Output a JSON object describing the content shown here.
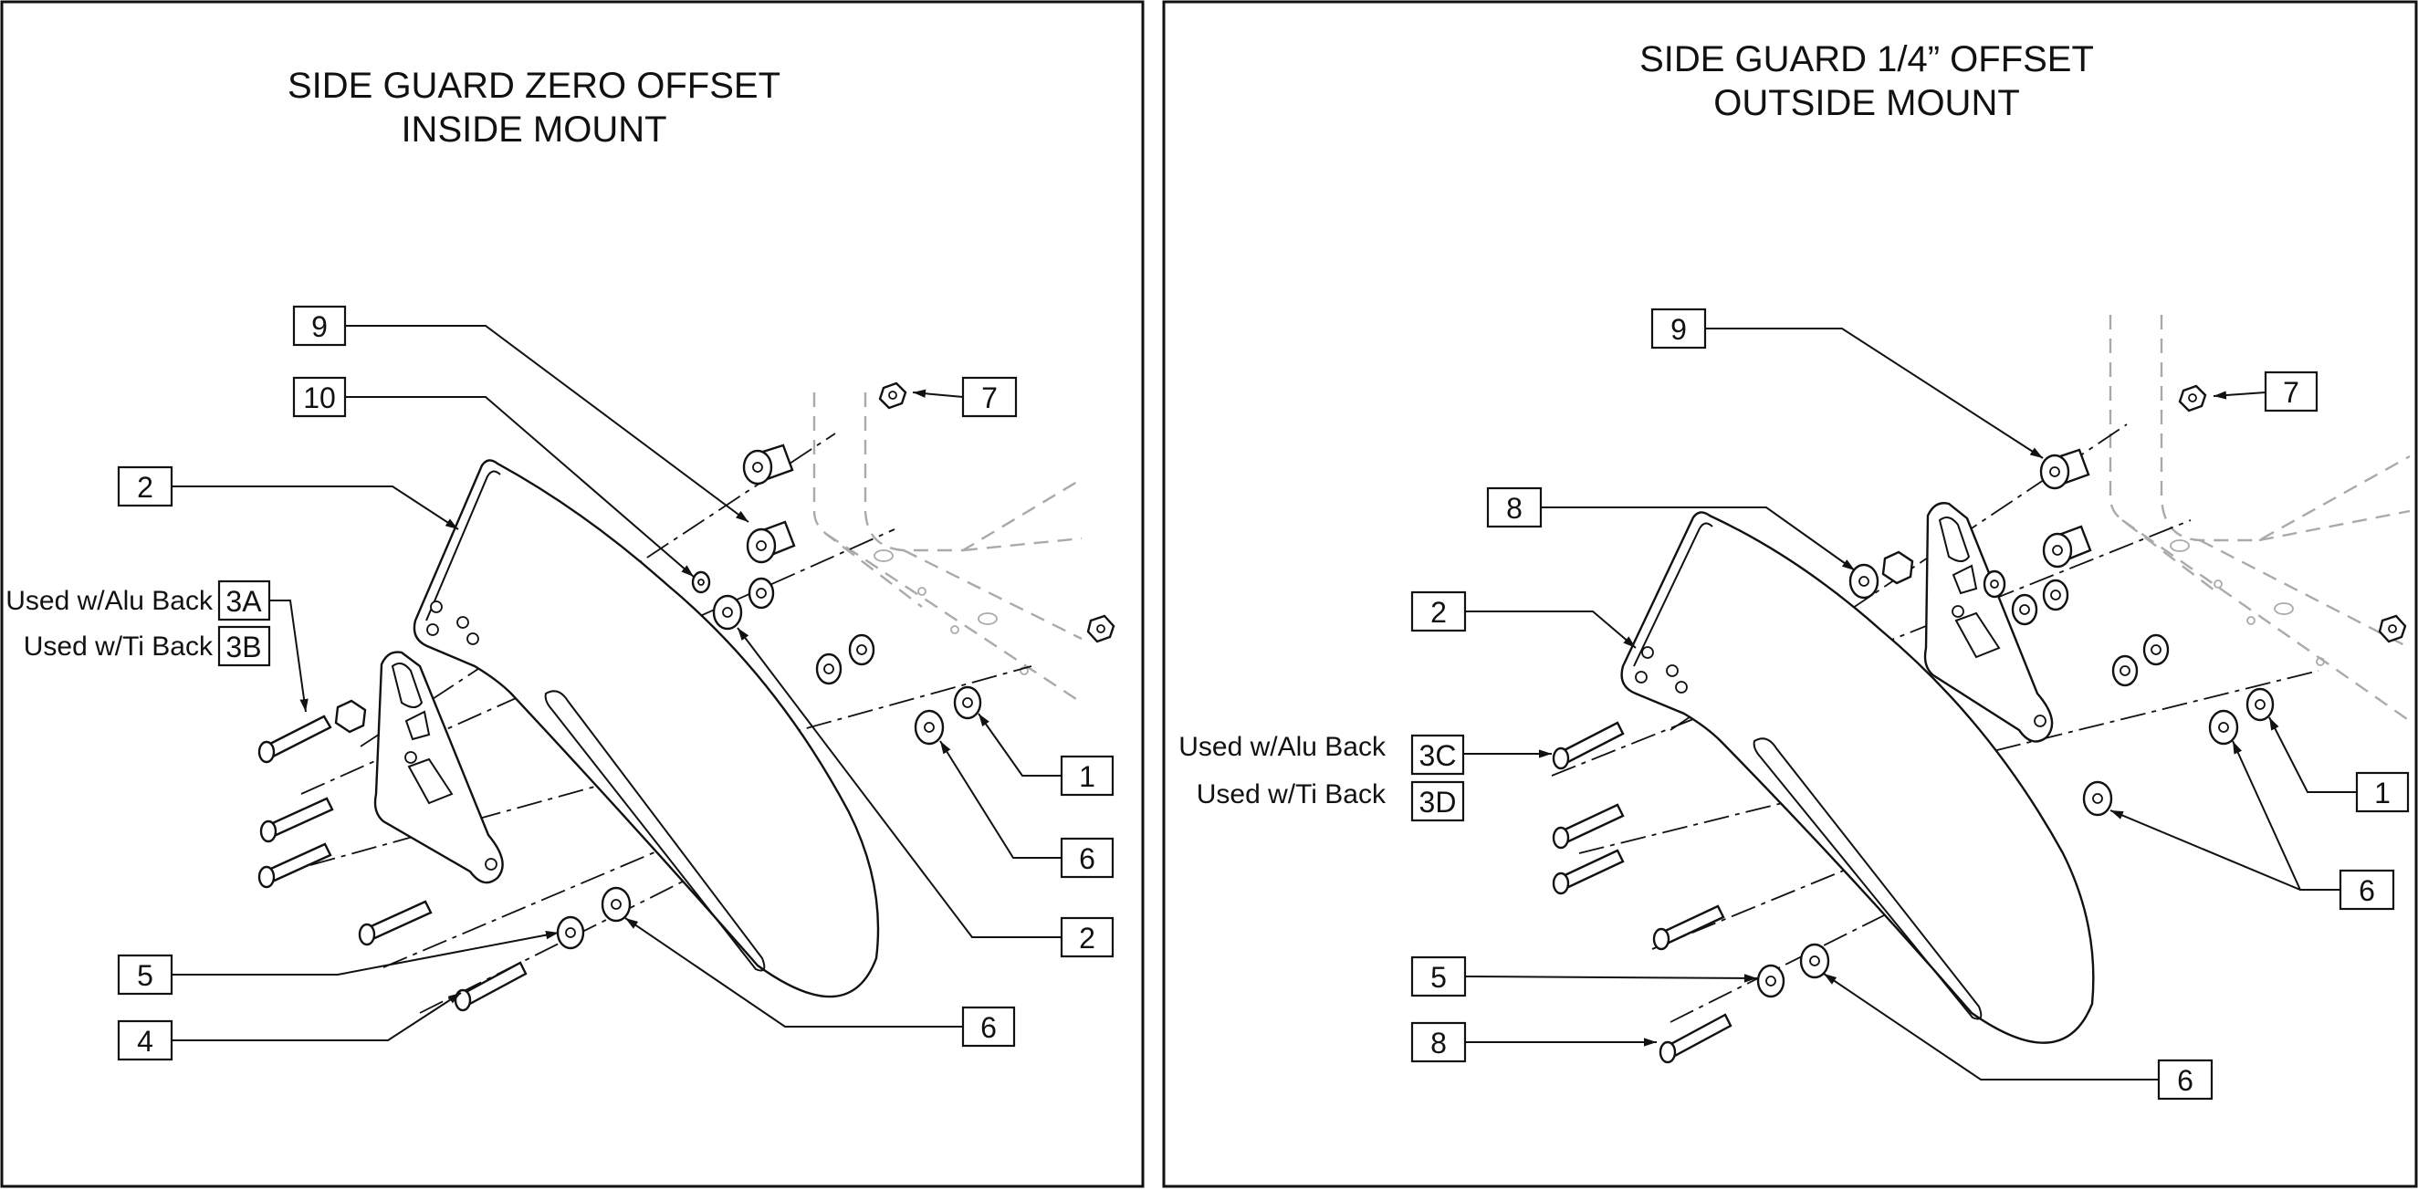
{
  "panels": [
    {
      "title_line1": "SIDE GUARD ZERO OFFSET",
      "title_line2": "INSIDE MOUNT",
      "callouts": [
        "9",
        "10",
        "2",
        "3A",
        "3B",
        "7",
        "1",
        "6",
        "2",
        "6",
        "5",
        "4"
      ],
      "labels": [
        "Used w/Alu Back",
        "Used w/Ti Back"
      ]
    },
    {
      "title_line1": "SIDE GUARD 1/4” OFFSET",
      "title_line2": "OUTSIDE MOUNT",
      "callouts": [
        "9",
        "7",
        "8",
        "2",
        "3C",
        "3D",
        "1",
        "6",
        "5",
        "8",
        "6"
      ],
      "labels": [
        "Used w/Alu Back",
        "Used w/Ti Back"
      ]
    }
  ]
}
